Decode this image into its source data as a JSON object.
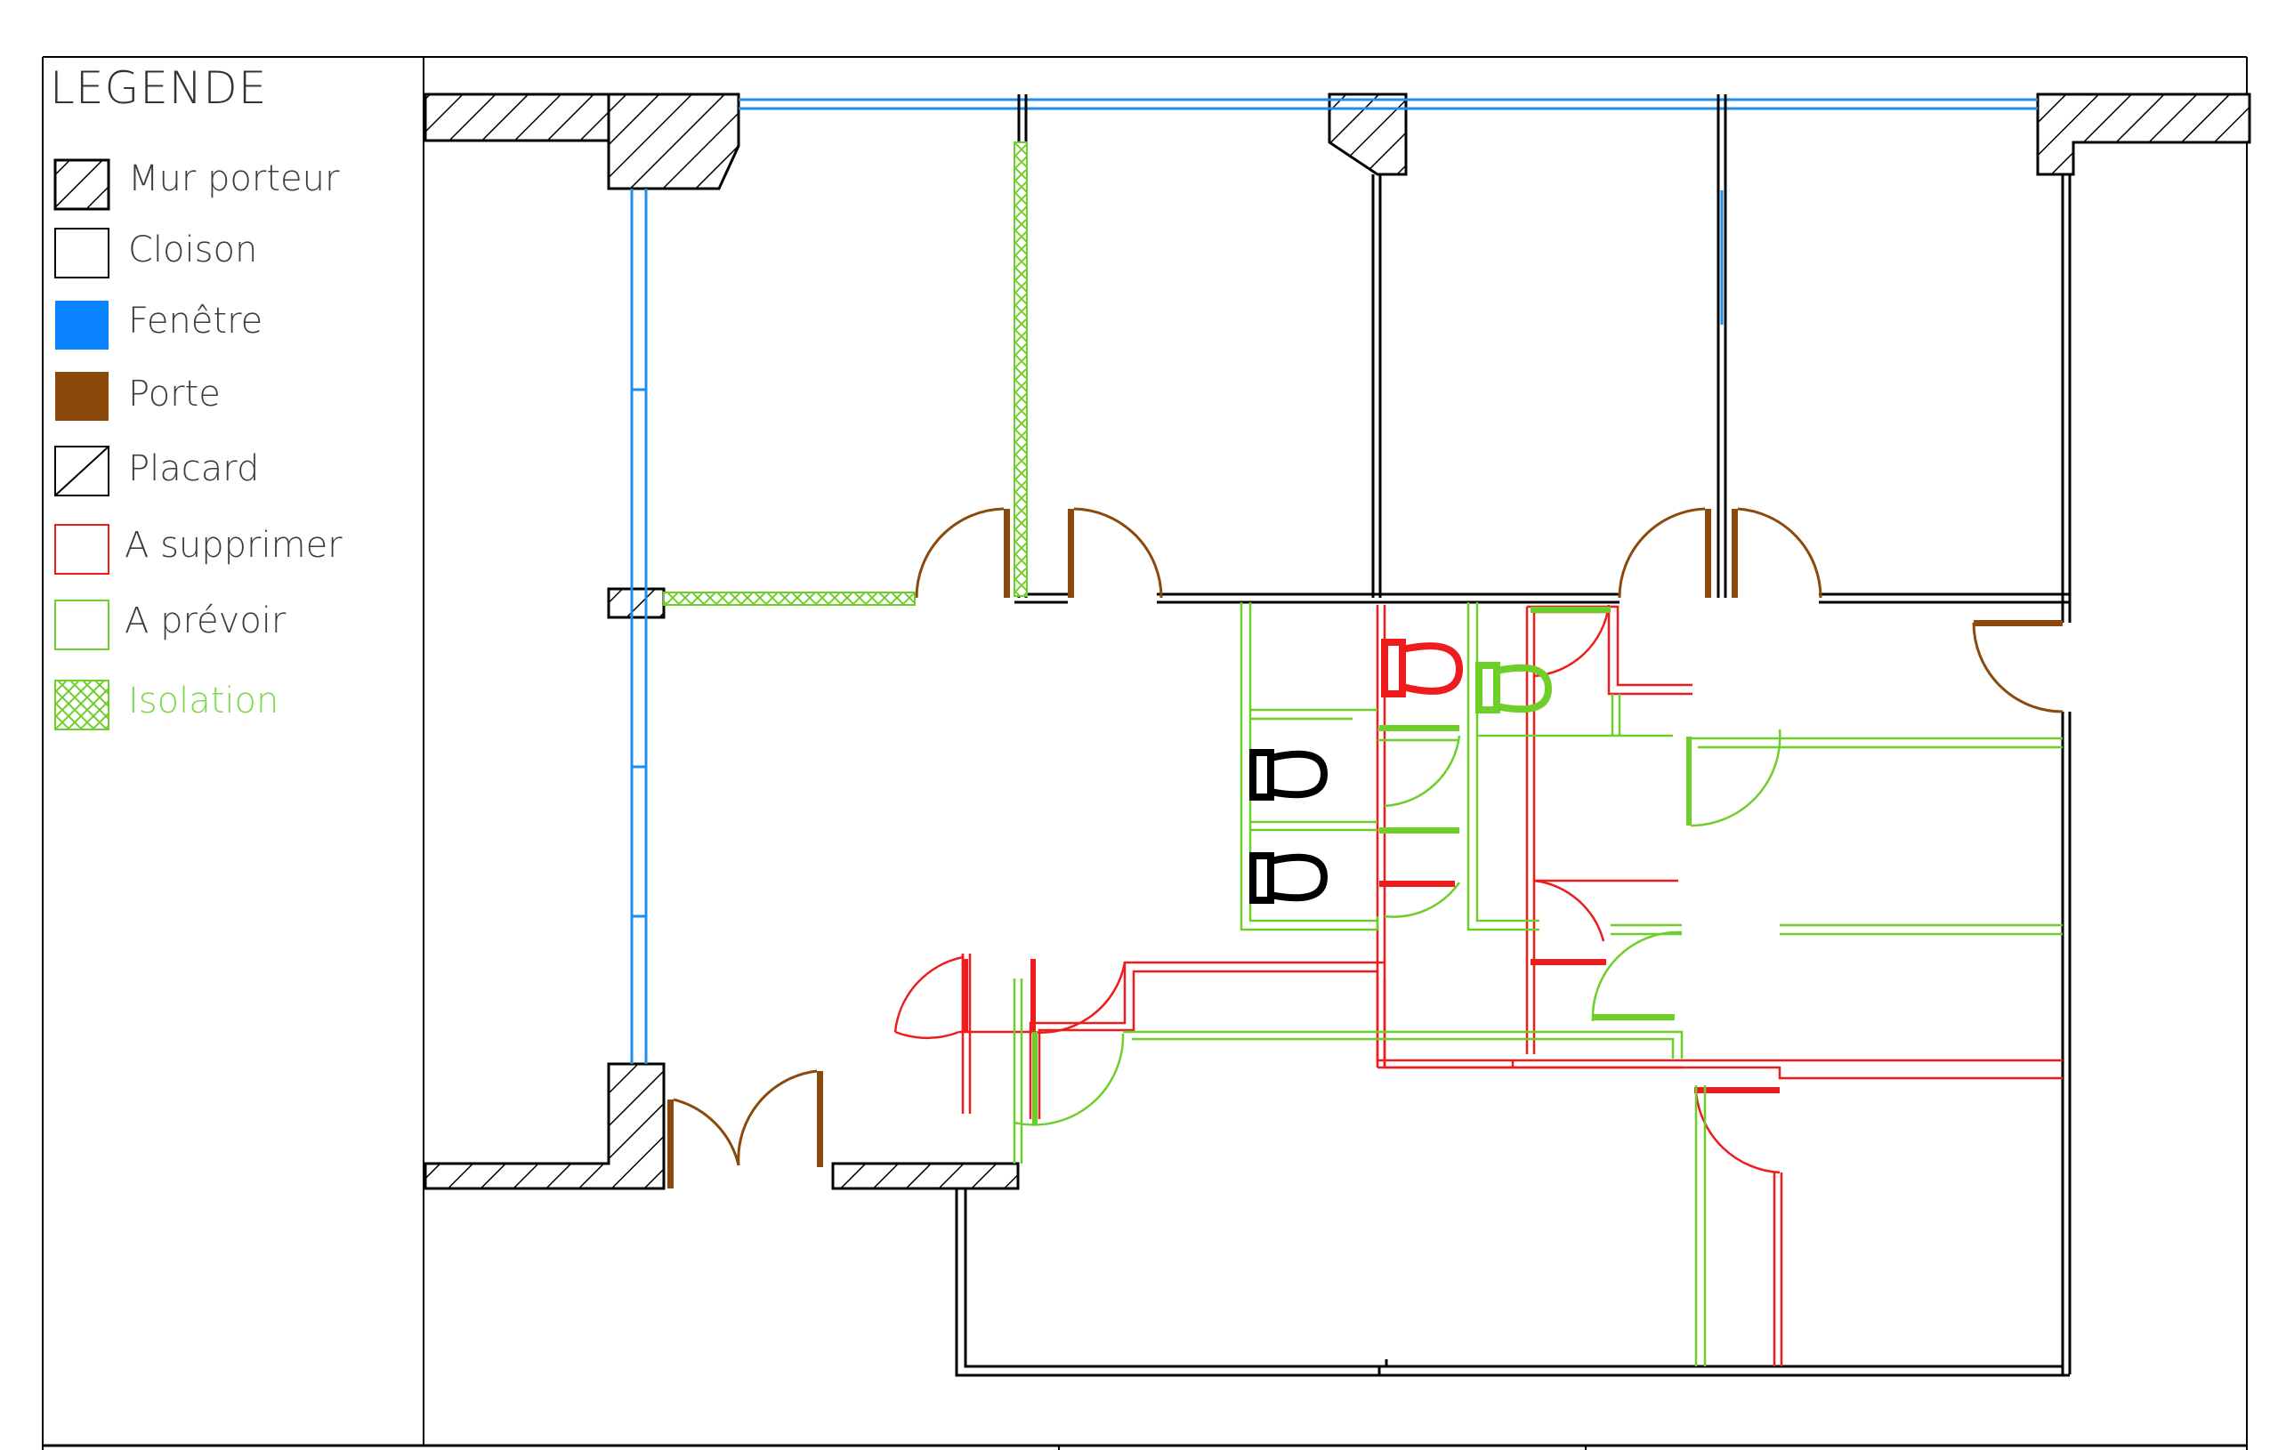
{
  "legend": {
    "title": "LEGENDE",
    "items": [
      {
        "key": "mur-porteur",
        "label": "Mur porteur",
        "swatch": "hatch",
        "color": "#000000"
      },
      {
        "key": "cloison",
        "label": "Cloison",
        "swatch": "outline",
        "color": "#000000"
      },
      {
        "key": "fenetre",
        "label": "Fenêtre",
        "swatch": "fill",
        "color": "#0a84ff"
      },
      {
        "key": "porte",
        "label": "Porte",
        "swatch": "fill",
        "color": "#8b4a0b"
      },
      {
        "key": "placard",
        "label": "Placard",
        "swatch": "diagonal",
        "color": "#000000"
      },
      {
        "key": "a-supprimer",
        "label": "A supprimer",
        "swatch": "outline",
        "color": "#ee1c1c"
      },
      {
        "key": "a-prevoir",
        "label": "A prévoir",
        "swatch": "outline",
        "color": "#6fcf2a"
      },
      {
        "key": "isolation",
        "label": "Isolation",
        "swatch": "crosshatch",
        "color": "#6fcf2a",
        "label_color": "#7ed84a"
      }
    ]
  },
  "colors": {
    "wall": "#000000",
    "window": "#1e8ff0",
    "door": "#8b4a0b",
    "remove": "#ee1c1c",
    "add": "#6fcf2a"
  }
}
